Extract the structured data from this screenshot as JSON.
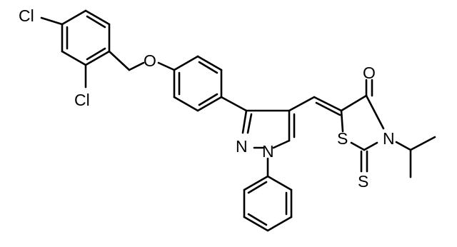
{
  "molecule": {
    "atoms": {
      "cl_top": "Cl",
      "cl_ortho": "Cl",
      "ether_o": "O",
      "pyrazole_n2": "N",
      "pyrazole_n1": "N",
      "ring_s": "S",
      "ring_n": "N",
      "carbonyl_o": "O",
      "thione_s": "S"
    }
  }
}
